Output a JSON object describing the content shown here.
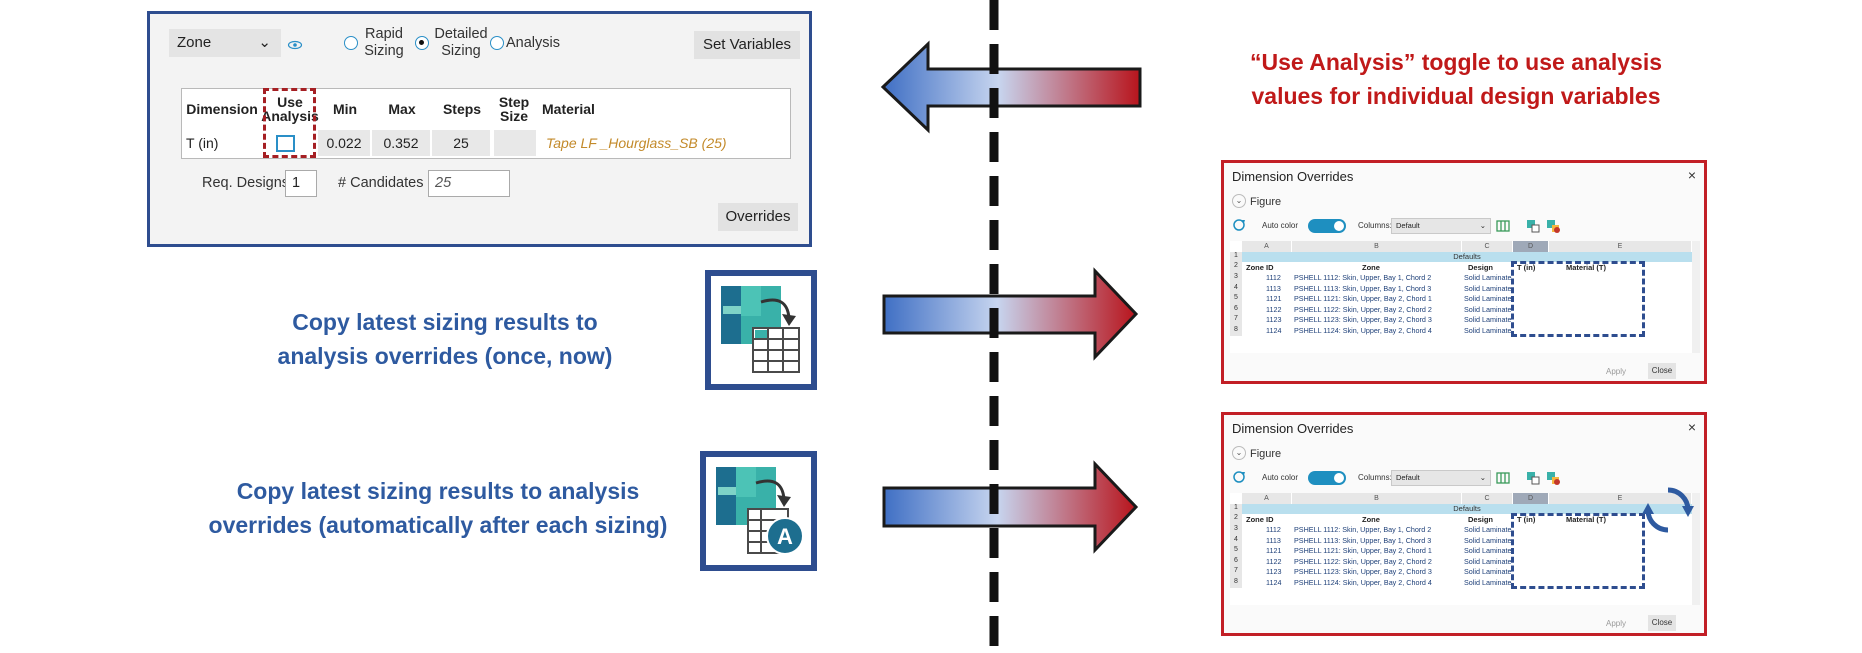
{
  "sizing_panel": {
    "zone_select": "Zone",
    "radio_options": [
      {
        "label_line1": "Rapid",
        "label_line2": "Sizing",
        "selected": false
      },
      {
        "label_line1": "Detailed",
        "label_line2": "Sizing",
        "selected": true
      },
      {
        "label_line1": "Analysis",
        "label_line2": "",
        "selected": false
      }
    ],
    "set_variables_label": "Set Variables",
    "table": {
      "headers": [
        "Dimension",
        "Use Analysis",
        "Min",
        "Max",
        "Steps",
        "Step Size",
        "Material"
      ],
      "row": {
        "dimension": "T (in)",
        "use_analysis": false,
        "min": "0.022",
        "max": "0.352",
        "steps": "25",
        "step_size": "",
        "material": "Tape LF _Hourglass_SB (25)"
      }
    },
    "req_designs_label": "Req. Designs",
    "req_designs_value": "1",
    "candidates_label": "# Candidates",
    "candidates_value": "25",
    "overrides_label": "Overrides"
  },
  "captions": {
    "use_analysis_line1": "“Use Analysis” toggle to use analysis",
    "use_analysis_line2": "values for individual design variables",
    "copy_once_line1": "Copy latest sizing results to",
    "copy_once_line2": "analysis overrides (once, now)",
    "copy_auto_line1": "Copy latest sizing results to analysis",
    "copy_auto_line2": "overrides (automatically after each sizing)"
  },
  "auto_icon_letter": "A",
  "dialog": {
    "title": "Dimension Overrides",
    "close_glyph": "×",
    "figure_label": "Figure",
    "auto_color_label": "Auto color",
    "columns_label": "Columns:",
    "columns_value": "Default",
    "column_letters": [
      "A",
      "B",
      "C",
      "D",
      "E"
    ],
    "row_numbers": [
      "1",
      "2",
      "3",
      "4",
      "5",
      "6",
      "7",
      "8"
    ],
    "defaults_label": "Defaults",
    "headers": [
      "Zone ID",
      "Zone",
      "Design",
      "T (in)",
      "Material (T)"
    ],
    "rows": [
      {
        "id": "1112",
        "zone": "PSHELL 1112: Skin, Upper, Bay 1, Chord 2",
        "design": "Solid Laminate"
      },
      {
        "id": "1113",
        "zone": "PSHELL 1113: Skin, Upper, Bay 1, Chord 3",
        "design": "Solid Laminate"
      },
      {
        "id": "1121",
        "zone": "PSHELL 1121: Skin, Upper, Bay 2, Chord 1",
        "design": "Solid Laminate"
      },
      {
        "id": "1122",
        "zone": "PSHELL 1122: Skin, Upper, Bay 2, Chord 2",
        "design": "Solid Laminate"
      },
      {
        "id": "1123",
        "zone": "PSHELL 1123: Skin, Upper, Bay 2, Chord 3",
        "design": "Solid Laminate"
      },
      {
        "id": "1124",
        "zone": "PSHELL 1124: Skin, Upper, Bay 2, Chord 4",
        "design": "Solid Laminate"
      }
    ],
    "apply_label": "Apply",
    "close_label": "Close"
  },
  "colors": {
    "panel_border": "#2e4d8f",
    "accent_red": "#c01919",
    "caption_blue": "#2e5aa0",
    "arrow_blue": "#3f6fc4",
    "arrow_red": "#b8141c"
  }
}
